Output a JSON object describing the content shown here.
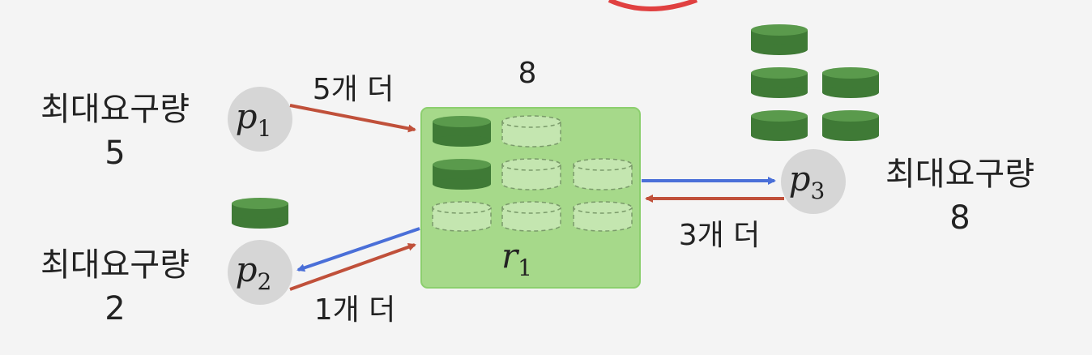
{
  "resource": {
    "name": "r",
    "subscript": "1",
    "total": "8"
  },
  "processes": [
    {
      "id": "p1",
      "name": "p",
      "subscript": "1",
      "max_label": "최대요구량",
      "max_value": "5",
      "request": "5개 더",
      "held": 0
    },
    {
      "id": "p2",
      "name": "p",
      "subscript": "2",
      "max_label": "최대요구량",
      "max_value": "2",
      "request": "1개 더",
      "held": 1
    },
    {
      "id": "p3",
      "name": "p",
      "subscript": "3",
      "max_label": "최대요구량",
      "max_value": "8",
      "request": "3개 더",
      "held": 5
    }
  ],
  "resource_units": {
    "available_filled": 2,
    "available_empty": 6
  },
  "colors": {
    "resource_box": "#a6d98a",
    "resource_border": "#8ccf6e",
    "token_fill": "#3f7a36",
    "token_top": "#5a9a4c",
    "token_empty": "#c4e6b0",
    "token_empty_stroke": "#7a9a6a",
    "process_circle": "#d6d6d6",
    "request_arrow": "#c0503a",
    "allocate_arrow": "#4a6fd8",
    "top_accent": "#e04040"
  }
}
